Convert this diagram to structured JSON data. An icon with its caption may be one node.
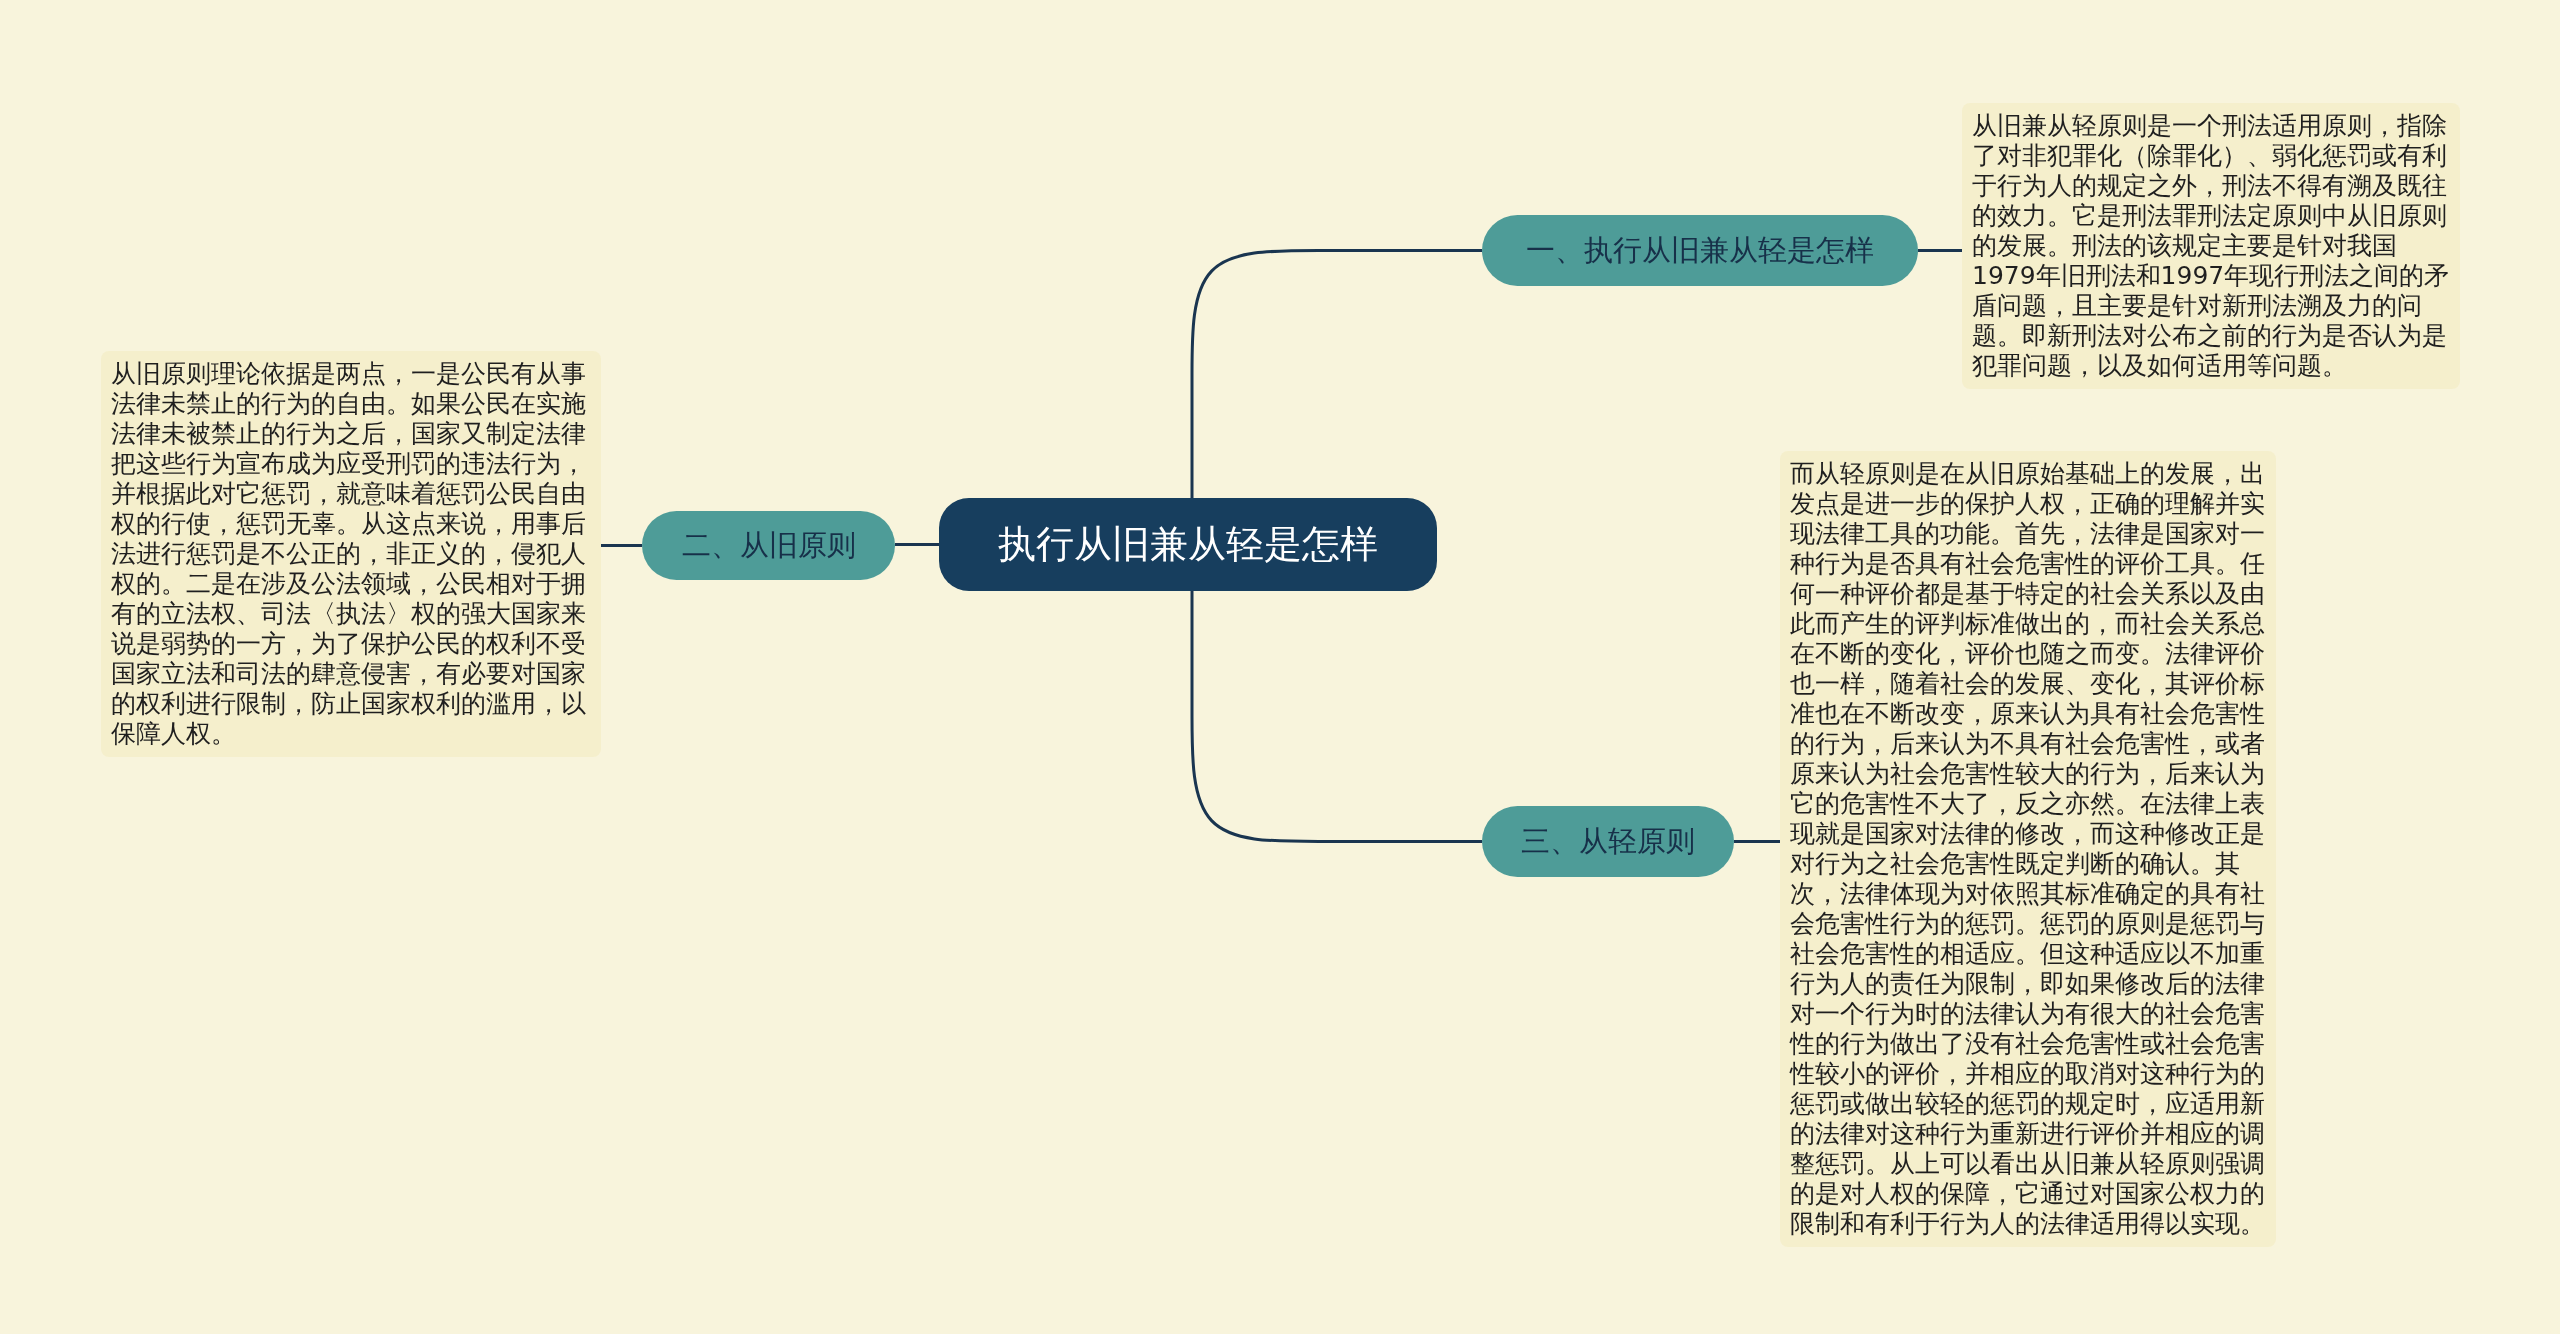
{
  "diagram": {
    "nodes": [
      {
        "text": [
          "执行从旧兼从轻是怎样"
        ]
      },
      {
        "text": [
          "一、执行从旧兼从轻是怎样"
        ]
      },
      {
        "text": [
          "从旧兼从轻原则是一个刑法适用原则，指除了对非犯罪化（除罪化）、弱化惩罚或有利于行为人的规定之外，刑法不得有溯及既往的效力。它是刑法罪刑法定原则中从旧原则的发展。刑法的该规定主要是针对我国1979年旧刑法和1997年现行刑法之间的矛盾问题，且主要是针对新刑法溯及力的问题。即新刑法对公布之前的行为是否认为是犯罪问题，以及如何适用等问题。"
        ]
      },
      {
        "text": [
          "二、从旧原则"
        ]
      },
      {
        "text": [
          "从旧原则理论依据是两点，一是公民有从事法律未禁止的行为的自由。如果公民在实施法律未被禁止的行为之后，国家又制定法律把这些行为宣布成为应受刑罚的违法行为，并根据此对它惩罚，就意味着惩罚公民自由权的行使，惩罚无辜。从这点来说，用事后法进行惩罚是不公正的，非正义的，侵犯人权的。二是在涉及公法领域，公民相对于拥有的立法权、司法〈执法〉权的强大国家来说是弱势的一方，为了保护公民的权利不受国家立法和司法的肆意侵害，有必要对国家的权利进行限制，防止国家权利的滥用，以保障人权。"
        ]
      },
      {
        "text": [
          "三、从轻原则"
        ]
      },
      {
        "text": [
          "而从轻原则是在从旧原始基础上的发展，出发点是进一步的保护人权，正确的理解并实现法律工具的功能。首先，法律是国家对一种行为是否具有社会危害性的评价工具。任何一种评价都是基于特定的社会关系以及由此而产生的评判标准做出的，而社会关系总在不断的变化，评价也随之而变。法律评价也一样，随着社会的发展、变化，其评价标准也在不断改变，原来认为具有社会危害性的行为，后来认为不具有社会危害性，或者原来认为社会危害性较大的行为，后来认为它的危害性不大了，反之亦然。在法律上表现就是国家对法律的修改，而这种修改正是对行为之社会危害性既定判断的确认。其次，法律体现为对依照其标准确定的具有社会危害性行为的惩罚。惩罚的原则是惩罚与社会危害性的相适应。但这种适应以不加重行为人的责任为限制，即如果修改后的法律对一个行为时的法律认为有很大的社会危害性的行为做出了没有社会危害性或社会危害性较小的评价，并相应的取消对这种行为的惩罚或做出较轻的惩罚的规定时，应适用新的法律对这种行为重新进行评价并相应的调整惩罚。从上可以看出从旧兼从轻原则强调的是对人权的保障，它通过对国家公权力的限制和有利于行为人的法律适用得以实现。"
        ]
      }
    ],
    "edges": [
      {
        "from": 0,
        "to": 1,
        "arrow": "none"
      },
      {
        "from": 1,
        "to": 2,
        "arrow": "none"
      },
      {
        "from": 0,
        "to": 3,
        "arrow": "none"
      },
      {
        "from": 3,
        "to": 4,
        "arrow": "none"
      },
      {
        "from": 0,
        "to": 5,
        "arrow": "none"
      },
      {
        "from": 5,
        "to": 6,
        "arrow": "none"
      }
    ]
  }
}
